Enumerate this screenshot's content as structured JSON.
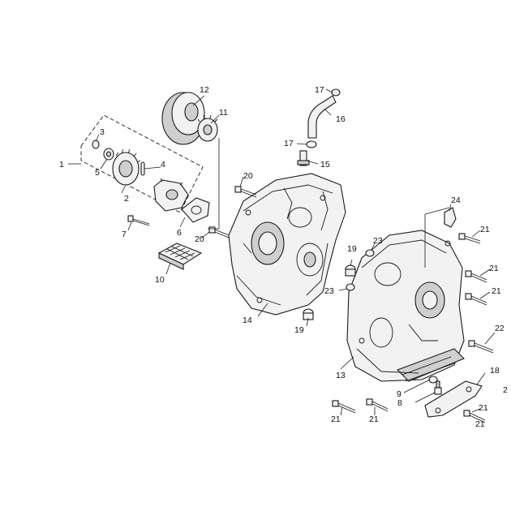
{
  "callouts": [
    {
      "id": "c1",
      "label": "1"
    },
    {
      "id": "c2",
      "label": "2"
    },
    {
      "id": "c3",
      "label": "3"
    },
    {
      "id": "c4",
      "label": "4"
    },
    {
      "id": "c5",
      "label": "5"
    },
    {
      "id": "c6",
      "label": "6"
    },
    {
      "id": "c7",
      "label": "7"
    },
    {
      "id": "c8",
      "label": "8"
    },
    {
      "id": "c9",
      "label": "9"
    },
    {
      "id": "c10",
      "label": "10"
    },
    {
      "id": "c11",
      "label": "11"
    },
    {
      "id": "c12",
      "label": "12"
    },
    {
      "id": "c13",
      "label": "13"
    },
    {
      "id": "c14",
      "label": "14"
    },
    {
      "id": "c15",
      "label": "15"
    },
    {
      "id": "c16",
      "label": "16"
    },
    {
      "id": "c17a",
      "label": "17"
    },
    {
      "id": "c17b",
      "label": "17"
    },
    {
      "id": "c18",
      "label": "18"
    },
    {
      "id": "c19a",
      "label": "19"
    },
    {
      "id": "c19b",
      "label": "19"
    },
    {
      "id": "c20a",
      "label": "20"
    },
    {
      "id": "c20b",
      "label": "20"
    },
    {
      "id": "c21a",
      "label": "21"
    },
    {
      "id": "c21b",
      "label": "21"
    },
    {
      "id": "c21c",
      "label": "21"
    },
    {
      "id": "c21d",
      "label": "21"
    },
    {
      "id": "c21e",
      "label": "21"
    },
    {
      "id": "c21f",
      "label": "21"
    },
    {
      "id": "c21g",
      "label": "21"
    },
    {
      "id": "c22",
      "label": "22"
    },
    {
      "id": "c23a",
      "label": "23"
    },
    {
      "id": "c23b",
      "label": "23"
    },
    {
      "id": "c24",
      "label": "24"
    },
    {
      "id": "c2edge",
      "label": "2"
    }
  ]
}
